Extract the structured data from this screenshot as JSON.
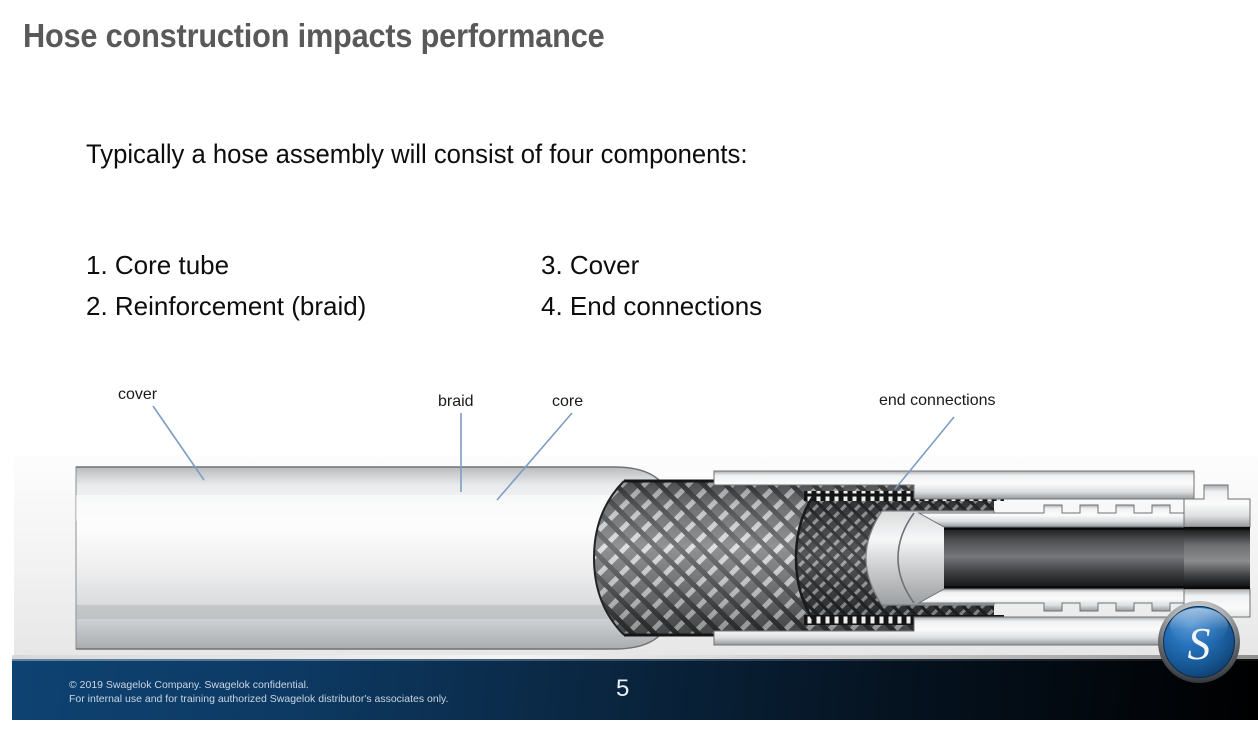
{
  "slide": {
    "title": "Hose construction impacts performance",
    "intro": "Typically a hose assembly will consist of four components:",
    "page_number": "5"
  },
  "components": {
    "rows": [
      {
        "left": "1. Core tube",
        "right": "3. Cover"
      },
      {
        "left": "2. Reinforcement (braid)",
        "right": "4. End connections"
      }
    ]
  },
  "diagram": {
    "caption_labels": {
      "cover": "cover",
      "braid": "braid",
      "core": "core",
      "end_connections": "end connections"
    },
    "leader_color": "#7d9dc4"
  },
  "footer": {
    "copyright_line1": "© 2019 Swagelok Company. Swagelok confidential.",
    "copyright_line2": "For internal use and for training authorized Swagelok distributor's associates only.",
    "logo_letter": "S"
  },
  "colors": {
    "title": "#595959",
    "body": "#0d0d0d",
    "footer_blue": "#0e4272",
    "footer_dark": "#000000",
    "logo_blue": "#1b5fa8"
  }
}
